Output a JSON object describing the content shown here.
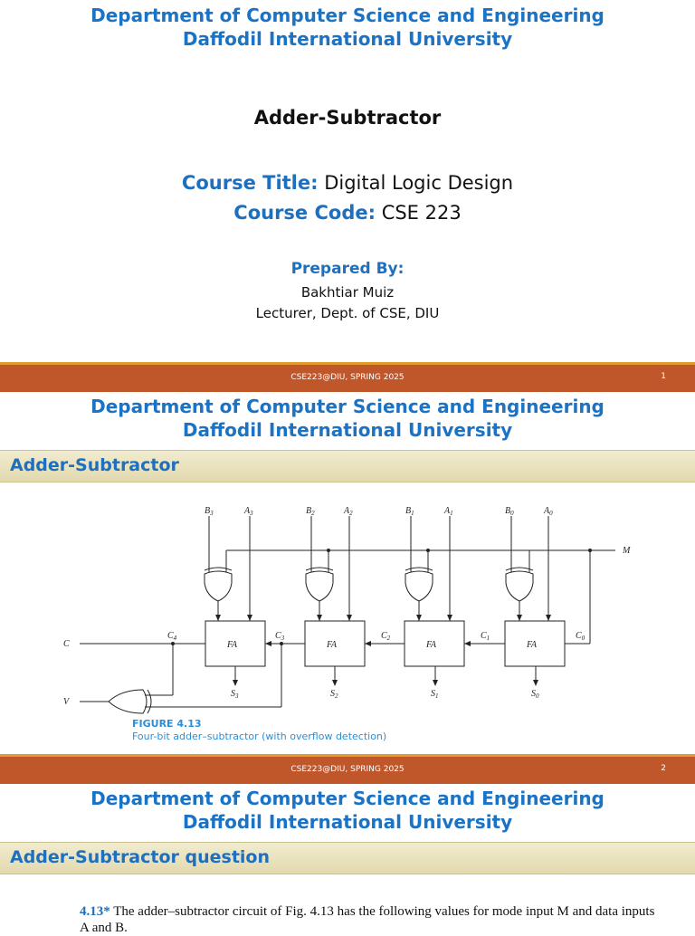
{
  "header": {
    "line1": "Department of Computer Science and Engineering",
    "line2": "Daffodil International University"
  },
  "slide1": {
    "title": "Adder-Subtractor",
    "course_title_label": "Course Title:",
    "course_title_value": "Digital Logic Design",
    "course_code_label": "Course Code:",
    "course_code_value": "CSE 223",
    "prepared_by": "Prepared By:",
    "author": "Bakhtiar Muiz",
    "position": "Lecturer, Dept. of CSE, DIU"
  },
  "footer": {
    "text": "CSE223@DIU, SPRING 2025"
  },
  "pages": {
    "p1": "1",
    "p2": "2"
  },
  "slide2": {
    "band": "Adder-Subtractor",
    "figure_number": "FIGURE 4.13",
    "figure_caption": "Four-bit adder–subtractor (with overflow detection)",
    "labels": {
      "B3": "B",
      "A3": "A",
      "B2": "B",
      "A2": "A",
      "B1": "B",
      "A1": "A",
      "B0": "B",
      "A0": "A",
      "M": "M",
      "C": "C",
      "V": "V",
      "FA": "FA",
      "S": "S"
    }
  },
  "slide3": {
    "band": "Adder-Subtractor question",
    "q_num": "4.13*",
    "q_text": "The adder–subtractor circuit of Fig. 4.13 has the following values for mode input M and data inputs A and B."
  },
  "colors": {
    "heading": "#1a73c5",
    "footer": "#c0572b",
    "footer_rule": "#e39a2d",
    "band": "#e8e0b8"
  }
}
